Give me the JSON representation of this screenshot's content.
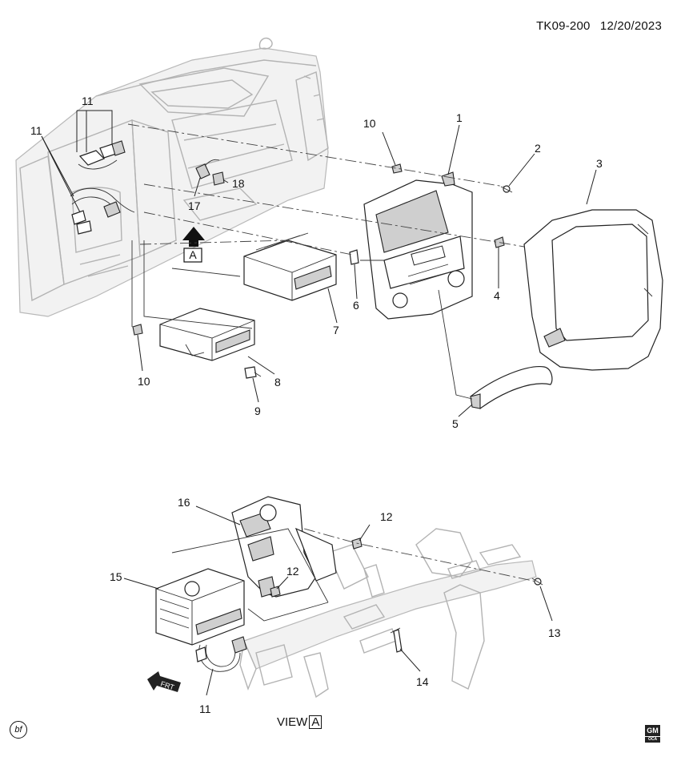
{
  "header": {
    "doc_code": "TK09-200",
    "date": "12/20/2023"
  },
  "callouts": {
    "c1": "1",
    "c2": "2",
    "c3": "3",
    "c4": "4",
    "c5": "5",
    "c6": "6",
    "c7": "7",
    "c8": "8",
    "c9": "9",
    "c10a": "10",
    "c10b": "10",
    "c11a": "11",
    "c11b": "11",
    "c11c": "11",
    "c12a": "12",
    "c12b": "12",
    "c13": "13",
    "c14": "14",
    "c15": "15",
    "c16": "16",
    "c17": "17",
    "c18": "18"
  },
  "view_marker": "A",
  "view_label": {
    "text": "VIEW",
    "letter": "A"
  },
  "front_arrow_label": "FRT",
  "footer": {
    "bf_symbol": "bf",
    "logo_text": "GM",
    "logo_sub": "OCA"
  },
  "icons": {
    "view_arrow": "up-arrow-icon",
    "front_arrow": "direction-arrow-icon",
    "bf_badge": "circled-bf-icon",
    "gm_logo": "gm-logo-icon"
  }
}
